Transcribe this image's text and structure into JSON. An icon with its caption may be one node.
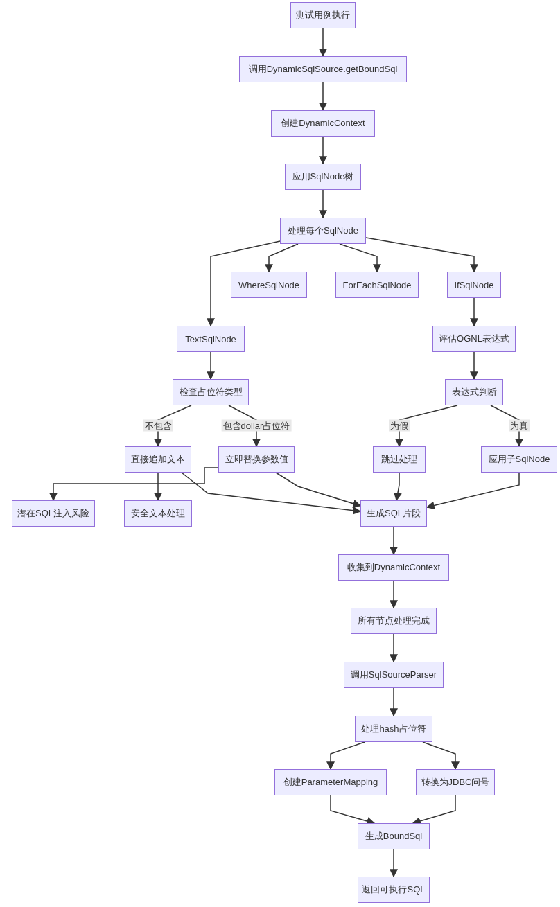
{
  "diagram": {
    "nodes": [
      {
        "text": [
          "测试用例执行"
        ]
      },
      {
        "text": [
          "调用DynamicSqlSource.getBoundSql"
        ]
      },
      {
        "text": [
          "创建DynamicContext"
        ]
      },
      {
        "text": [
          "应用SqlNode树"
        ]
      },
      {
        "text": [
          "处理每个SqlNode"
        ]
      },
      {
        "text": [
          "WhereSqlNode"
        ]
      },
      {
        "text": [
          "ForEachSqlNode"
        ]
      },
      {
        "text": [
          "IfSqlNode"
        ]
      },
      {
        "text": [
          "TextSqlNode"
        ]
      },
      {
        "text": [
          "评估OGNL表达式"
        ]
      },
      {
        "text": [
          "检查占位符类型"
        ]
      },
      {
        "text": [
          "表达式判断"
        ]
      },
      {
        "text": [
          "直接追加文本"
        ]
      },
      {
        "text": [
          "立即替换参数值"
        ]
      },
      {
        "text": [
          "跳过处理"
        ]
      },
      {
        "text": [
          "应用子SqlNode"
        ]
      },
      {
        "text": [
          "潜在SQL注入风险"
        ]
      },
      {
        "text": [
          "安全文本处理"
        ]
      },
      {
        "text": [
          "生成SQL片段"
        ]
      },
      {
        "text": [
          "收集到DynamicContext"
        ]
      },
      {
        "text": [
          "所有节点处理完成"
        ]
      },
      {
        "text": [
          "调用SqlSourceParser"
        ]
      },
      {
        "text": [
          "处理hash占位符"
        ]
      },
      {
        "text": [
          "创建ParameterMapping"
        ]
      },
      {
        "text": [
          "转换为JDBC问号"
        ]
      },
      {
        "text": [
          "生成BoundSql"
        ]
      },
      {
        "text": [
          "返回可执行SQL"
        ]
      }
    ],
    "edges": [
      {
        "from": 0,
        "to": 1,
        "arrow": "to"
      },
      {
        "from": 1,
        "to": 2,
        "arrow": "to"
      },
      {
        "from": 2,
        "to": 3,
        "arrow": "to"
      },
      {
        "from": 3,
        "to": 4,
        "arrow": "to"
      },
      {
        "from": 4,
        "to": 5,
        "arrow": "to"
      },
      {
        "from": 4,
        "to": 6,
        "arrow": "to"
      },
      {
        "from": 4,
        "to": 7,
        "arrow": "to"
      },
      {
        "from": 4,
        "to": 8,
        "arrow": "to"
      },
      {
        "from": 7,
        "to": 9,
        "arrow": "to"
      },
      {
        "from": 8,
        "to": 10,
        "arrow": "to"
      },
      {
        "from": 9,
        "to": 11,
        "arrow": "to"
      },
      {
        "from": 10,
        "to": 12,
        "arrow": "to",
        "label": "不包含"
      },
      {
        "from": 10,
        "to": 13,
        "arrow": "to",
        "label": "包含dollar占位符"
      },
      {
        "from": 11,
        "to": 14,
        "arrow": "to",
        "label": "为假"
      },
      {
        "from": 11,
        "to": 15,
        "arrow": "to",
        "label": "为真"
      },
      {
        "from": 12,
        "to": 17,
        "arrow": "to"
      },
      {
        "from": 12,
        "to": 18,
        "arrow": "to"
      },
      {
        "from": 13,
        "to": 16,
        "arrow": "to"
      },
      {
        "from": 13,
        "to": 18,
        "arrow": "to"
      },
      {
        "from": 14,
        "to": 18,
        "arrow": "to"
      },
      {
        "from": 15,
        "to": 18,
        "arrow": "to"
      },
      {
        "from": 18,
        "to": 19,
        "arrow": "to"
      },
      {
        "from": 19,
        "to": 20,
        "arrow": "to"
      },
      {
        "from": 20,
        "to": 21,
        "arrow": "to"
      },
      {
        "from": 21,
        "to": 22,
        "arrow": "to"
      },
      {
        "from": 22,
        "to": 23,
        "arrow": "to"
      },
      {
        "from": 22,
        "to": 24,
        "arrow": "to"
      },
      {
        "from": 23,
        "to": 25,
        "arrow": "to"
      },
      {
        "from": 24,
        "to": 25,
        "arrow": "to"
      },
      {
        "from": 25,
        "to": 26,
        "arrow": "to"
      }
    ]
  }
}
